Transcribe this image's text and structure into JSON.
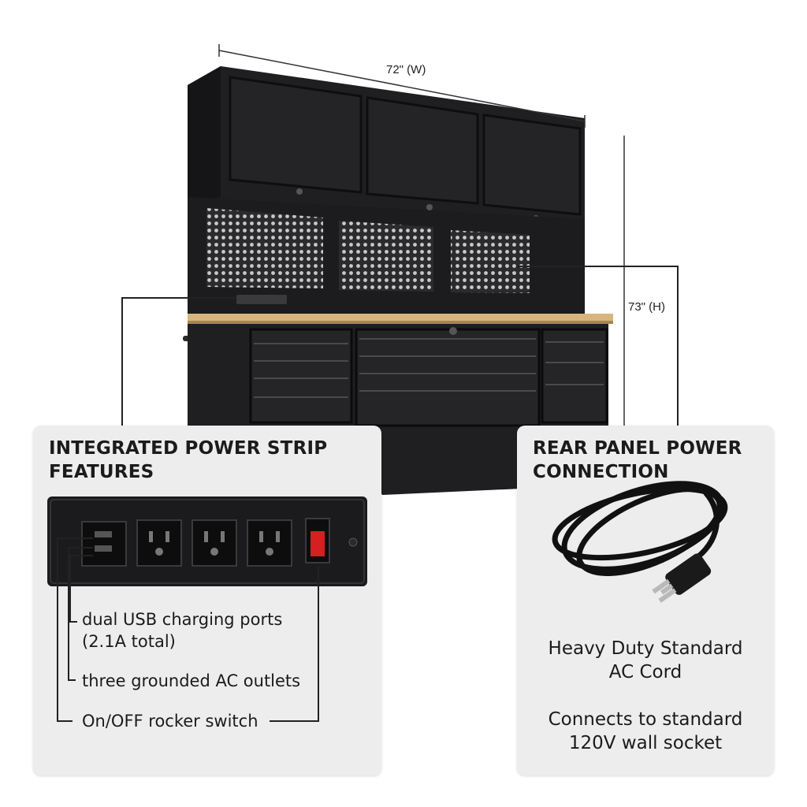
{
  "dimensions": {
    "width_label": "72\" (W)",
    "height_label": "73\" (H)"
  },
  "power_strip_callout": {
    "title_line1": "INTEGRATED POWER STRIP",
    "title_line2": "FEATURES",
    "features": [
      "dual USB charging ports",
      "(2.1A total)",
      "three grounded AC outlets",
      "On/OFF rocker switch"
    ]
  },
  "rear_panel_callout": {
    "title_line1": "REAR PANEL POWER",
    "title_line2": "CONNECTION",
    "cord_line1": "Heavy Duty Standard",
    "cord_line2": "AC Cord",
    "socket_line1": "Connects to standard",
    "socket_line2": "120V wall socket"
  },
  "colors": {
    "cabinet": "#1c1c1e",
    "worktop": "#d7b57f",
    "switch": "#d42020",
    "callout_bg": "#ededed"
  },
  "icons": [
    "workbench-cabinet-image",
    "power-strip-image",
    "ac-power-cord-image"
  ]
}
